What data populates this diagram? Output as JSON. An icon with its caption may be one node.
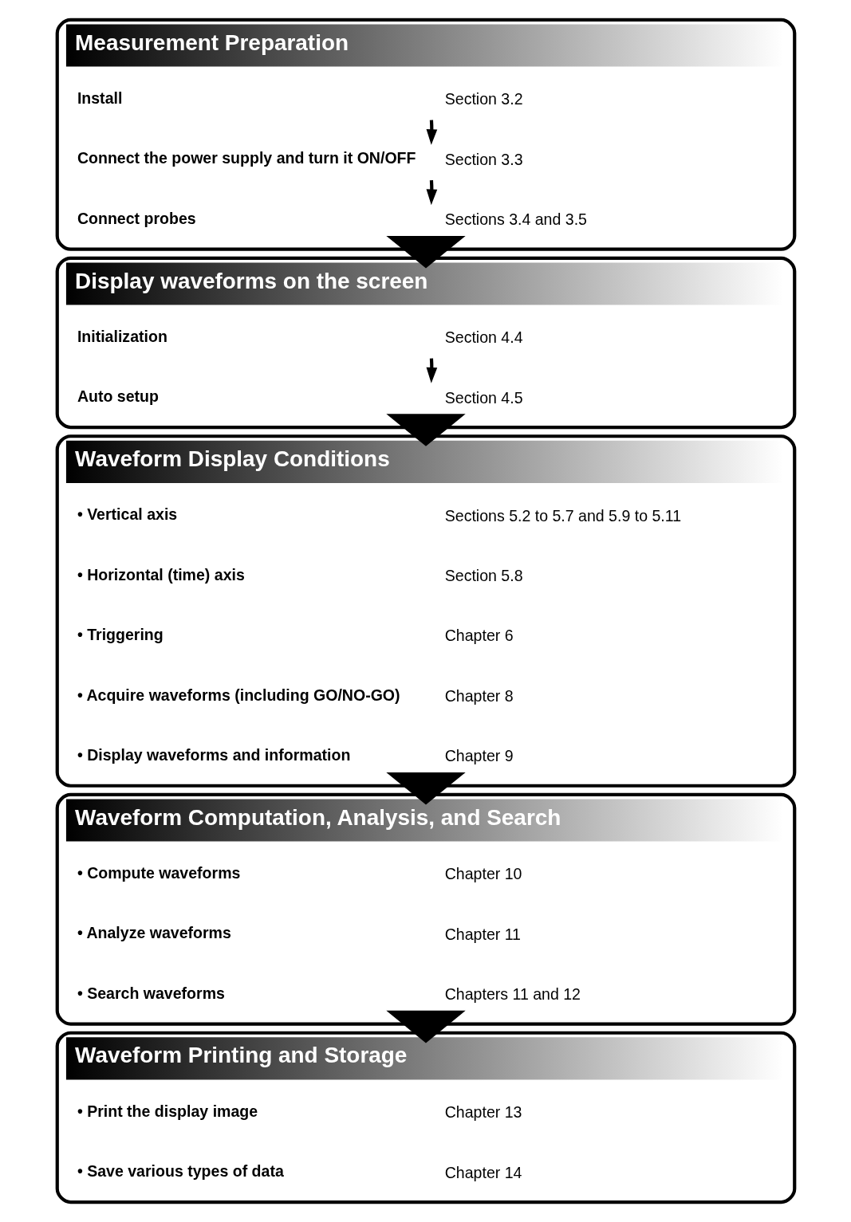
{
  "diagram": {
    "nodes": [
      {
        "text": [
          "Measurement Preparation"
        ]
      },
      {
        "text": [
          "Install"
        ],
        "in": 0,
        "beside": [
          "Section 3.2"
        ]
      },
      {
        "text": [
          "Connect the power supply and turn it ON/OFF"
        ],
        "in": 0,
        "beside": [
          "Section 3.3"
        ]
      },
      {
        "text": [
          "Connect probes"
        ],
        "in": 0,
        "beside": [
          "Sections 3.4 and 3.5"
        ]
      },
      {
        "text": [
          "Display waveforms on the screen"
        ]
      },
      {
        "text": [
          "Initialization"
        ],
        "in": 4,
        "beside": [
          "Section 4.4"
        ]
      },
      {
        "text": [
          "Auto setup"
        ],
        "in": 4,
        "beside": [
          "Section 4.5"
        ]
      },
      {
        "text": [
          "Waveform Display Conditions"
        ]
      },
      {
        "text": [
          "• Vertical axis"
        ],
        "in": 7,
        "beside": [
          "Sections 5.2 to 5.7 and 5.9 to 5.11"
        ]
      },
      {
        "text": [
          "• Horizontal (time) axis"
        ],
        "in": 7,
        "beside": [
          "Section 5.8"
        ]
      },
      {
        "text": [
          "• Triggering"
        ],
        "in": 7,
        "beside": [
          "Chapter 6"
        ]
      },
      {
        "text": [
          "• Acquire waveforms (including GO/NO-GO)"
        ],
        "in": 7,
        "beside": [
          "Chapter 8"
        ]
      },
      {
        "text": [
          "• Display waveforms and information"
        ],
        "in": 7,
        "beside": [
          "Chapter 9"
        ]
      },
      {
        "text": [
          "Waveform Computation, Analysis, and Search"
        ]
      },
      {
        "text": [
          "• Compute waveforms"
        ],
        "in": 13,
        "beside": [
          "Chapter 10"
        ]
      },
      {
        "text": [
          "• Analyze waveforms"
        ],
        "in": 13,
        "beside": [
          "Chapter 11"
        ]
      },
      {
        "text": [
          "• Search waveforms"
        ],
        "in": 13,
        "beside": [
          "Chapters 11 and 12"
        ]
      },
      {
        "text": [
          "Waveform Printing and Storage"
        ]
      },
      {
        "text": [
          "• Print the display image"
        ],
        "in": 17,
        "beside": [
          "Chapter 13"
        ]
      },
      {
        "text": [
          "• Save various types of data"
        ],
        "in": 17,
        "beside": [
          "Chapter 14"
        ]
      }
    ],
    "edges": [
      {
        "from": 1,
        "to": 2,
        "arrow": "to"
      },
      {
        "from": 2,
        "to": 3,
        "arrow": "to"
      },
      {
        "from": 0,
        "to": 4,
        "arrow": "to",
        "style": "thick"
      },
      {
        "from": 5,
        "to": 6,
        "arrow": "to"
      },
      {
        "from": 4,
        "to": 7,
        "arrow": "to",
        "style": "thick"
      },
      {
        "from": 7,
        "to": 13,
        "arrow": "to",
        "style": "thick"
      },
      {
        "from": 13,
        "to": 17,
        "arrow": "to",
        "style": "thick"
      }
    ]
  }
}
